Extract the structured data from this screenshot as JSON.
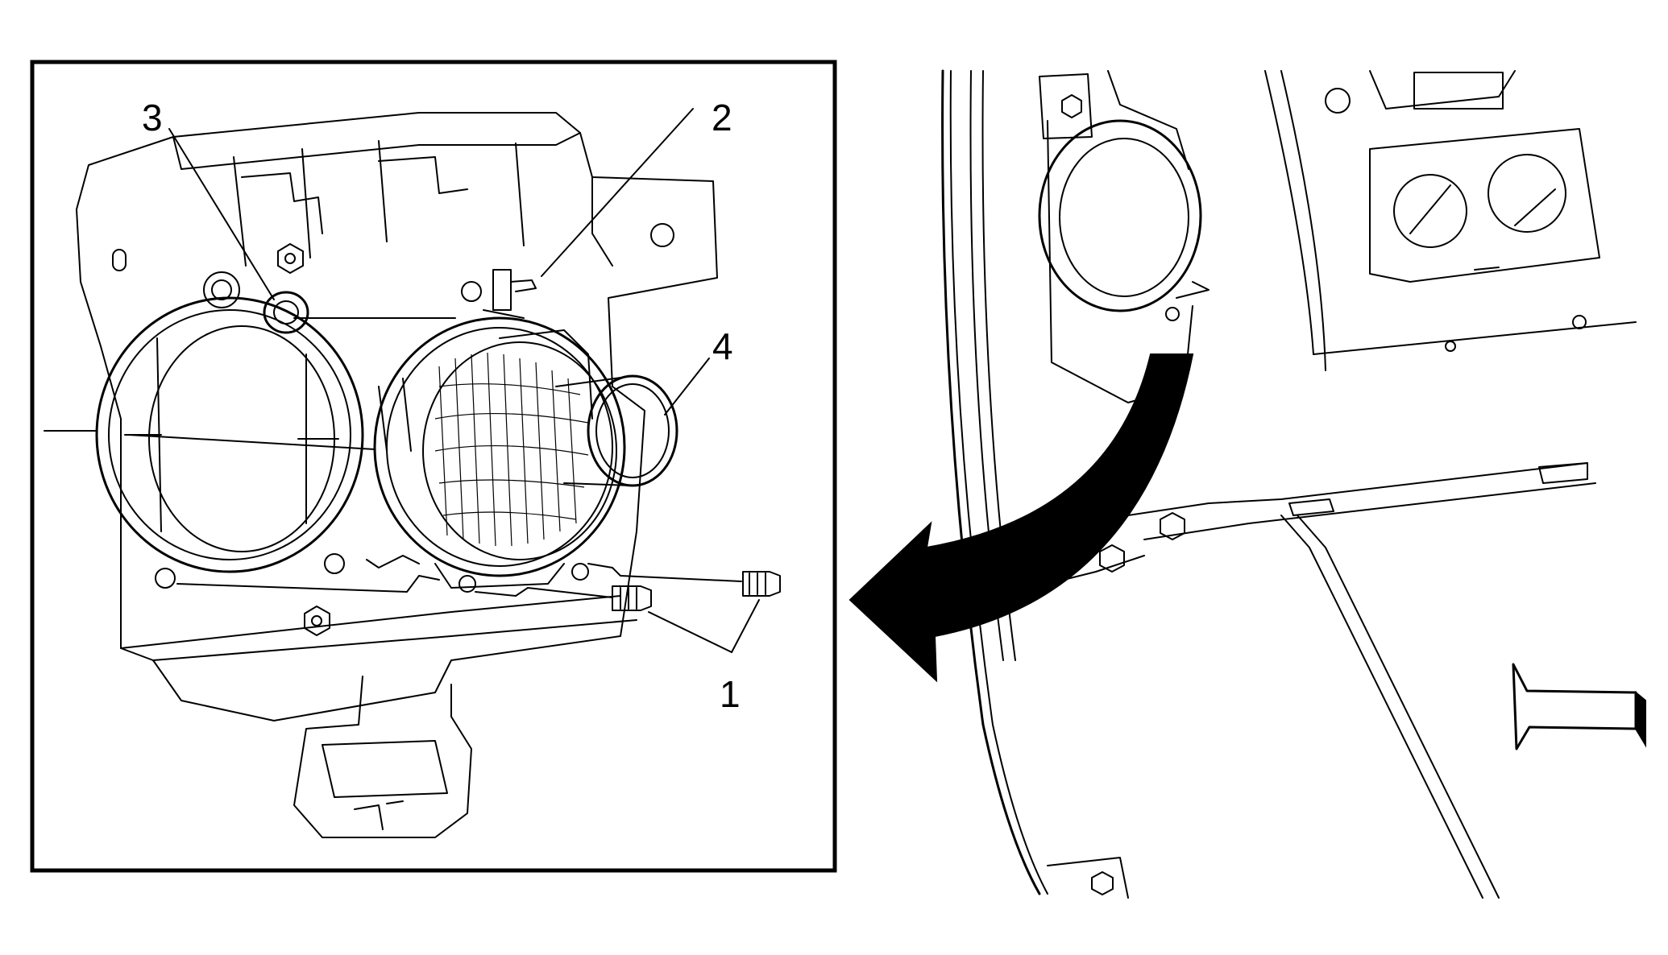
{
  "callouts": {
    "c1": "1",
    "c2": "2",
    "c3": "3",
    "c4": "4"
  },
  "icons": {
    "rotation_arrow": "curved-arrow-icon",
    "view_arrow": "view-direction-arrow-icon"
  },
  "colors": {
    "line": "#000000",
    "background": "#ffffff"
  }
}
